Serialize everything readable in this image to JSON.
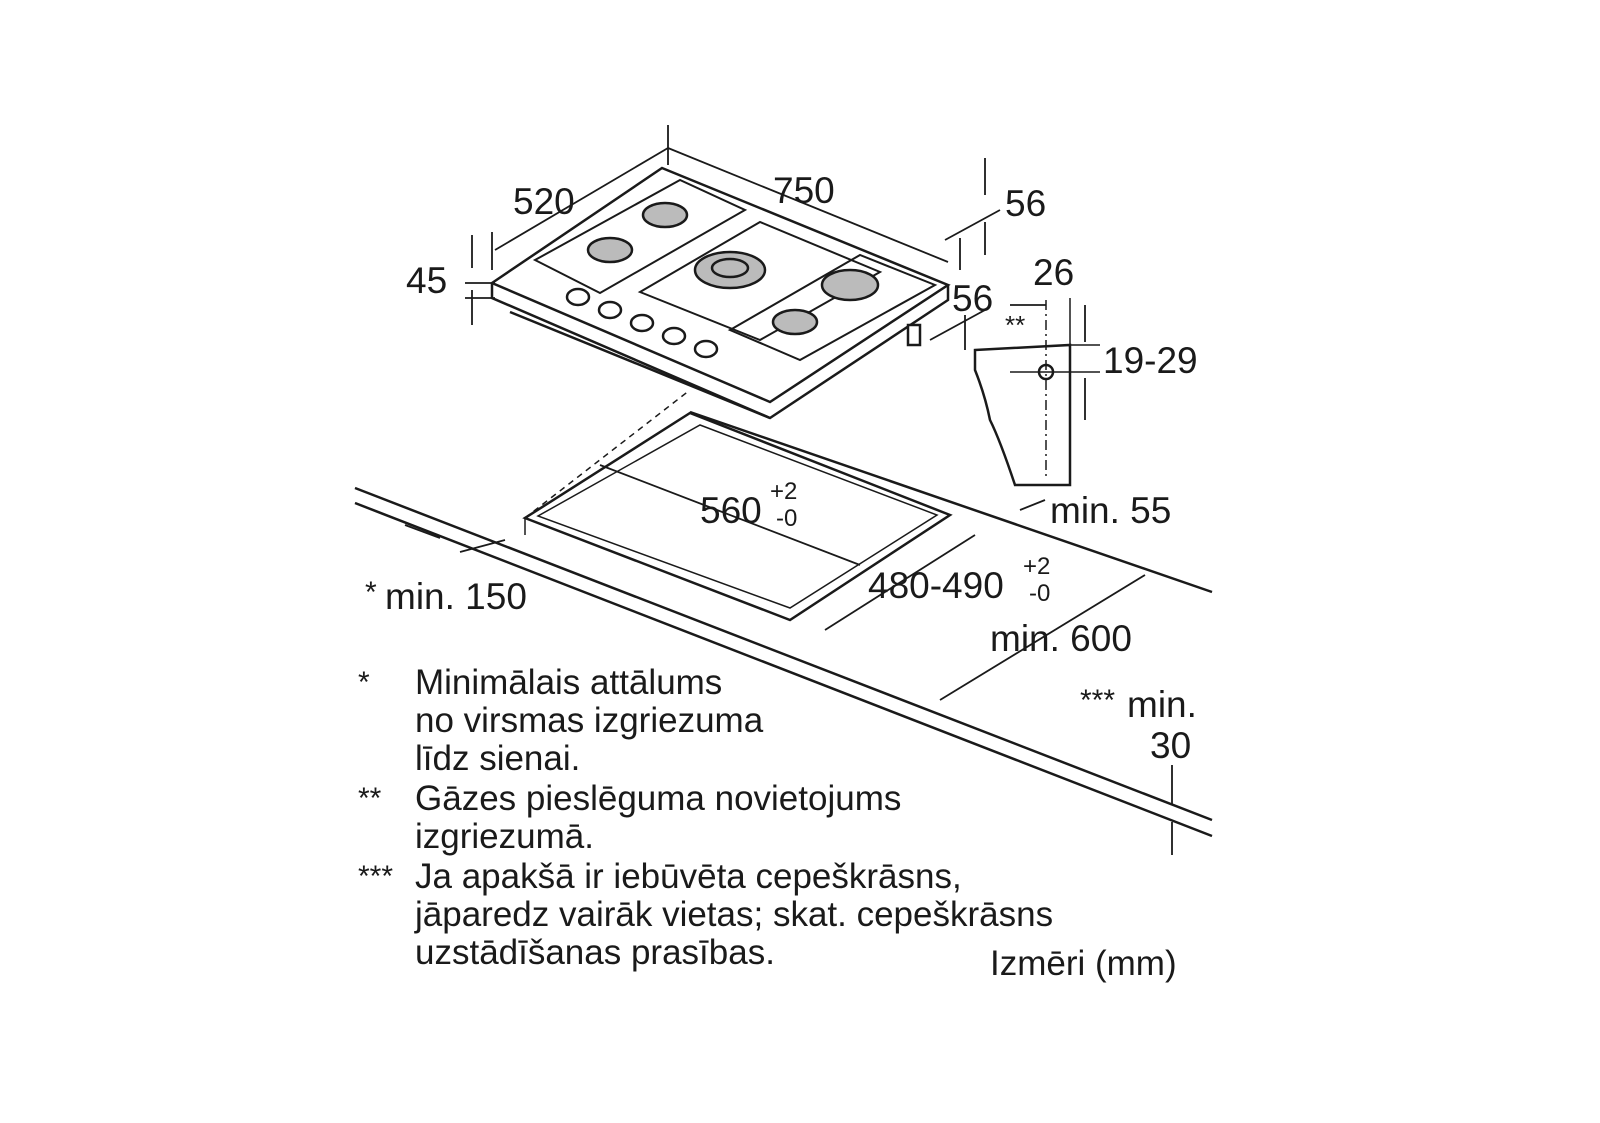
{
  "dimensions": {
    "width_hob": "750",
    "depth_hob": "520",
    "height_hob": "45",
    "right_top": "56",
    "right_side": "56",
    "gas_offset": "26",
    "gas_marker": "**",
    "gas_height": "19-29",
    "min_back": "min. 55",
    "cutout_width": "560",
    "cutout_width_tol_plus": "+2",
    "cutout_width_tol_minus": "-0",
    "cutout_depth": "480-490",
    "cutout_depth_tol_plus": "+2",
    "cutout_depth_tol_minus": "-0",
    "min_wall_marker": "*",
    "min_wall": "min. 150",
    "min_worktop": "min. 600",
    "min_below_marker": "***",
    "min_below_label": "min.",
    "min_below_value": "30"
  },
  "notes": [
    {
      "marker": "*",
      "lines": [
        "Minimālais attālums",
        "no virsmas izgriezuma",
        "līdz sienai."
      ]
    },
    {
      "marker": "**",
      "lines": [
        "Gāzes pieslēguma novietojums",
        "izgriezumā."
      ]
    },
    {
      "marker": "***",
      "lines": [
        "Ja apakšā ir iebūvēta cepeškrāsns,",
        "jāparedz vairāk vietas; skat. cepeškrāsns",
        "uzstādīšanas prasības."
      ]
    }
  ],
  "units_label": "Izmēri (mm)"
}
